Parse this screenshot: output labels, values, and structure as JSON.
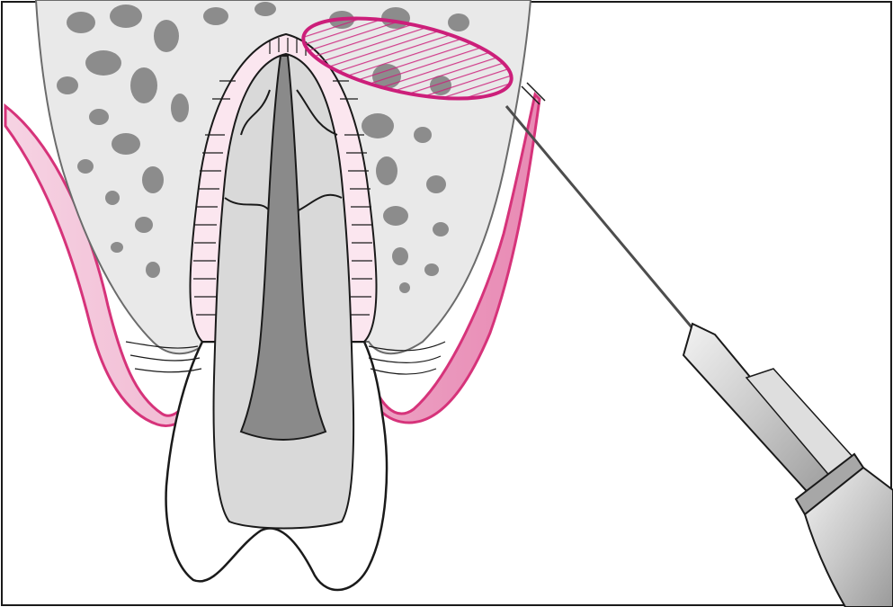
{
  "figure": {
    "subject": "",
    "colors": {
      "background": "#ffffff",
      "frame": "#1a1a1a",
      "bone": "#e9e9e9",
      "bone_outline": "#6b6b6b",
      "trabecula": "#8c8c8c",
      "gingiva_light": "#f6d3e3",
      "gingiva_dark": "#d6337a",
      "accent_magenta": "#cc1f7a",
      "tooth_fill": "#ffffff",
      "root_fill": "#d9d9d9",
      "pulp": "#8a8a8a",
      "needle_metal": "#b9b9b9",
      "syringe_hub": "#cfcfcf"
    },
    "parts": [
      "alveolar-bone",
      "gingiva",
      "periodontal-ligament",
      "tooth-crown",
      "tooth-root",
      "pulp-canal",
      "injection-target-zone",
      "needle",
      "syringe-hub"
    ]
  }
}
